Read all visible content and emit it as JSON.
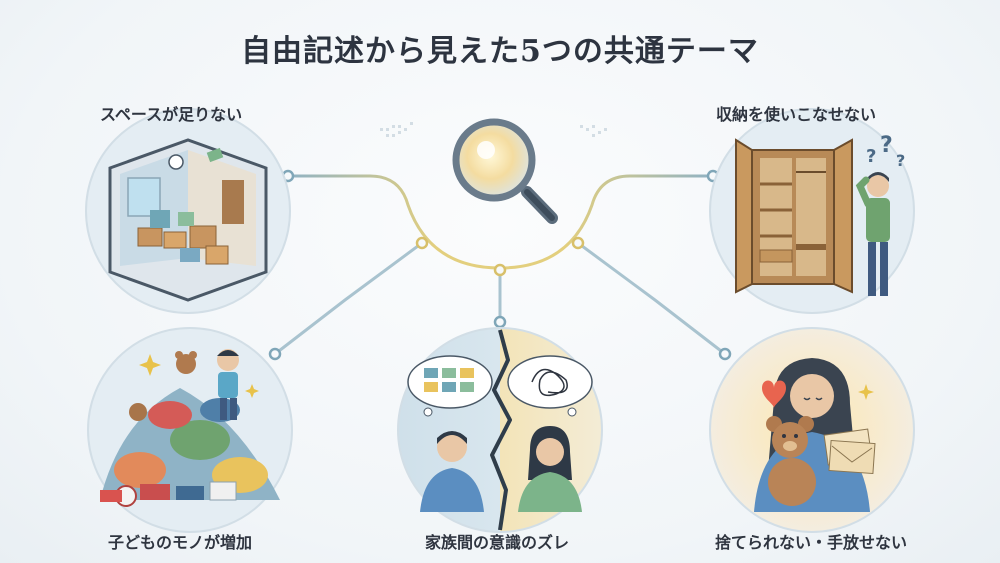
{
  "title": "自由記述から見えた5つの共通テーマ",
  "themes": [
    {
      "label": "スペースが足りない"
    },
    {
      "label": "収納を使いこなせない"
    },
    {
      "label": "子どものモノが増加"
    },
    {
      "label": "家族間の意識のズレ"
    },
    {
      "label": "捨てられない・手放せない"
    }
  ],
  "colors": {
    "line_blue": "#8fb2c4",
    "line_yellow": "#e3cf7e",
    "node": "#7fa6b8",
    "circle_bg": "#e4edf3",
    "heart": "#e8644f",
    "wood": "#b88a57"
  }
}
